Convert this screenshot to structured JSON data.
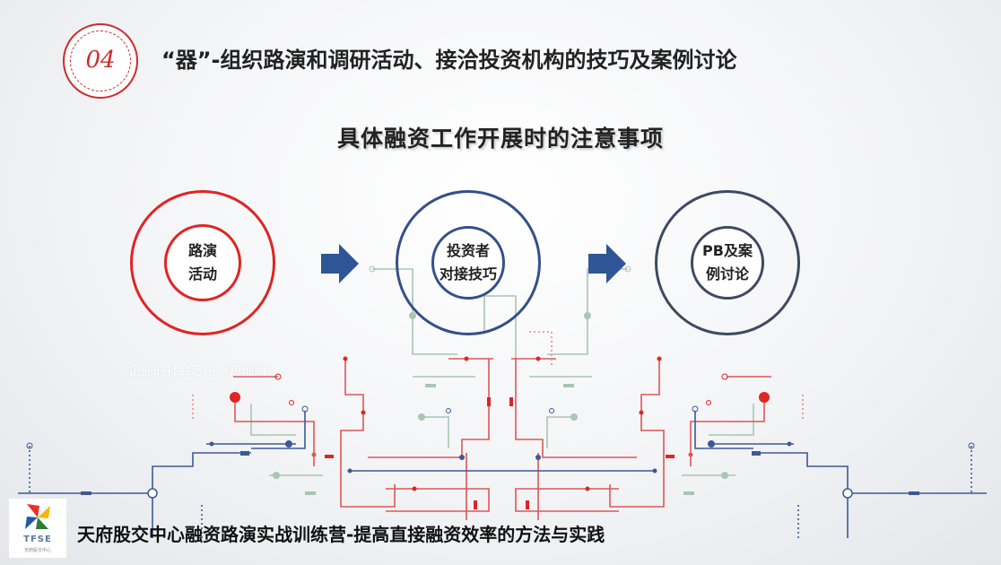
{
  "header": {
    "section_number": "04",
    "title": "“器”-组织路演和调研活动、接洽投资机构的技巧及案例讨论"
  },
  "subtitle": "具体融资工作开展时的注意事项",
  "nodes": [
    {
      "line1": "路演",
      "line2": "活动",
      "color": "#e02424"
    },
    {
      "line1": "投资者",
      "line2": "对接技巧",
      "color": "#34508a"
    },
    {
      "line1": "PB及案",
      "line2": "例讨论",
      "color": "#3d4a60"
    }
  ],
  "ghost_text": "企业的社会定位（初创期）",
  "colors": {
    "accent_red": "#cf2a2a",
    "arrow_blue": "#2f5597"
  },
  "logo": {
    "text": "TFSE",
    "subtext": "天府股交中心"
  },
  "footer": "天府股交中心融资路演实战训练营-提高直接融资效率的方法与实践"
}
